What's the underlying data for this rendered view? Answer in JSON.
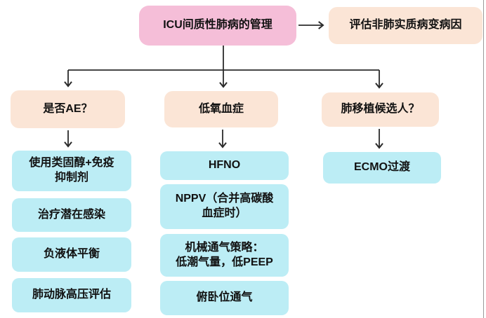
{
  "colors": {
    "root_fill": "#F5BED8",
    "header_fill": "#FBE5D6",
    "item_fill": "#BCEDF5",
    "line": "#2B2B2B",
    "text": "#111111",
    "edge_line": "#9A9A9A"
  },
  "flowchart": {
    "root": "ICU间质性肺病的管理",
    "side_note": "评估非肺实质病变病因",
    "columns": [
      {
        "header": "是否AE？",
        "items": [
          "使用类固醇+免疫\n抑制剂",
          "治疗潜在感染",
          "负液体平衡",
          "肺动脉高压评估"
        ]
      },
      {
        "header": "低氧血症",
        "items": [
          "HFNO",
          "NPPV（合并高碳酸\n血症时）",
          "机械通气策略：\n低潮气量，低PEEP",
          "俯卧位通气"
        ]
      },
      {
        "header": "肺移植候选人？",
        "items": [
          "ECMO过渡"
        ]
      }
    ]
  }
}
